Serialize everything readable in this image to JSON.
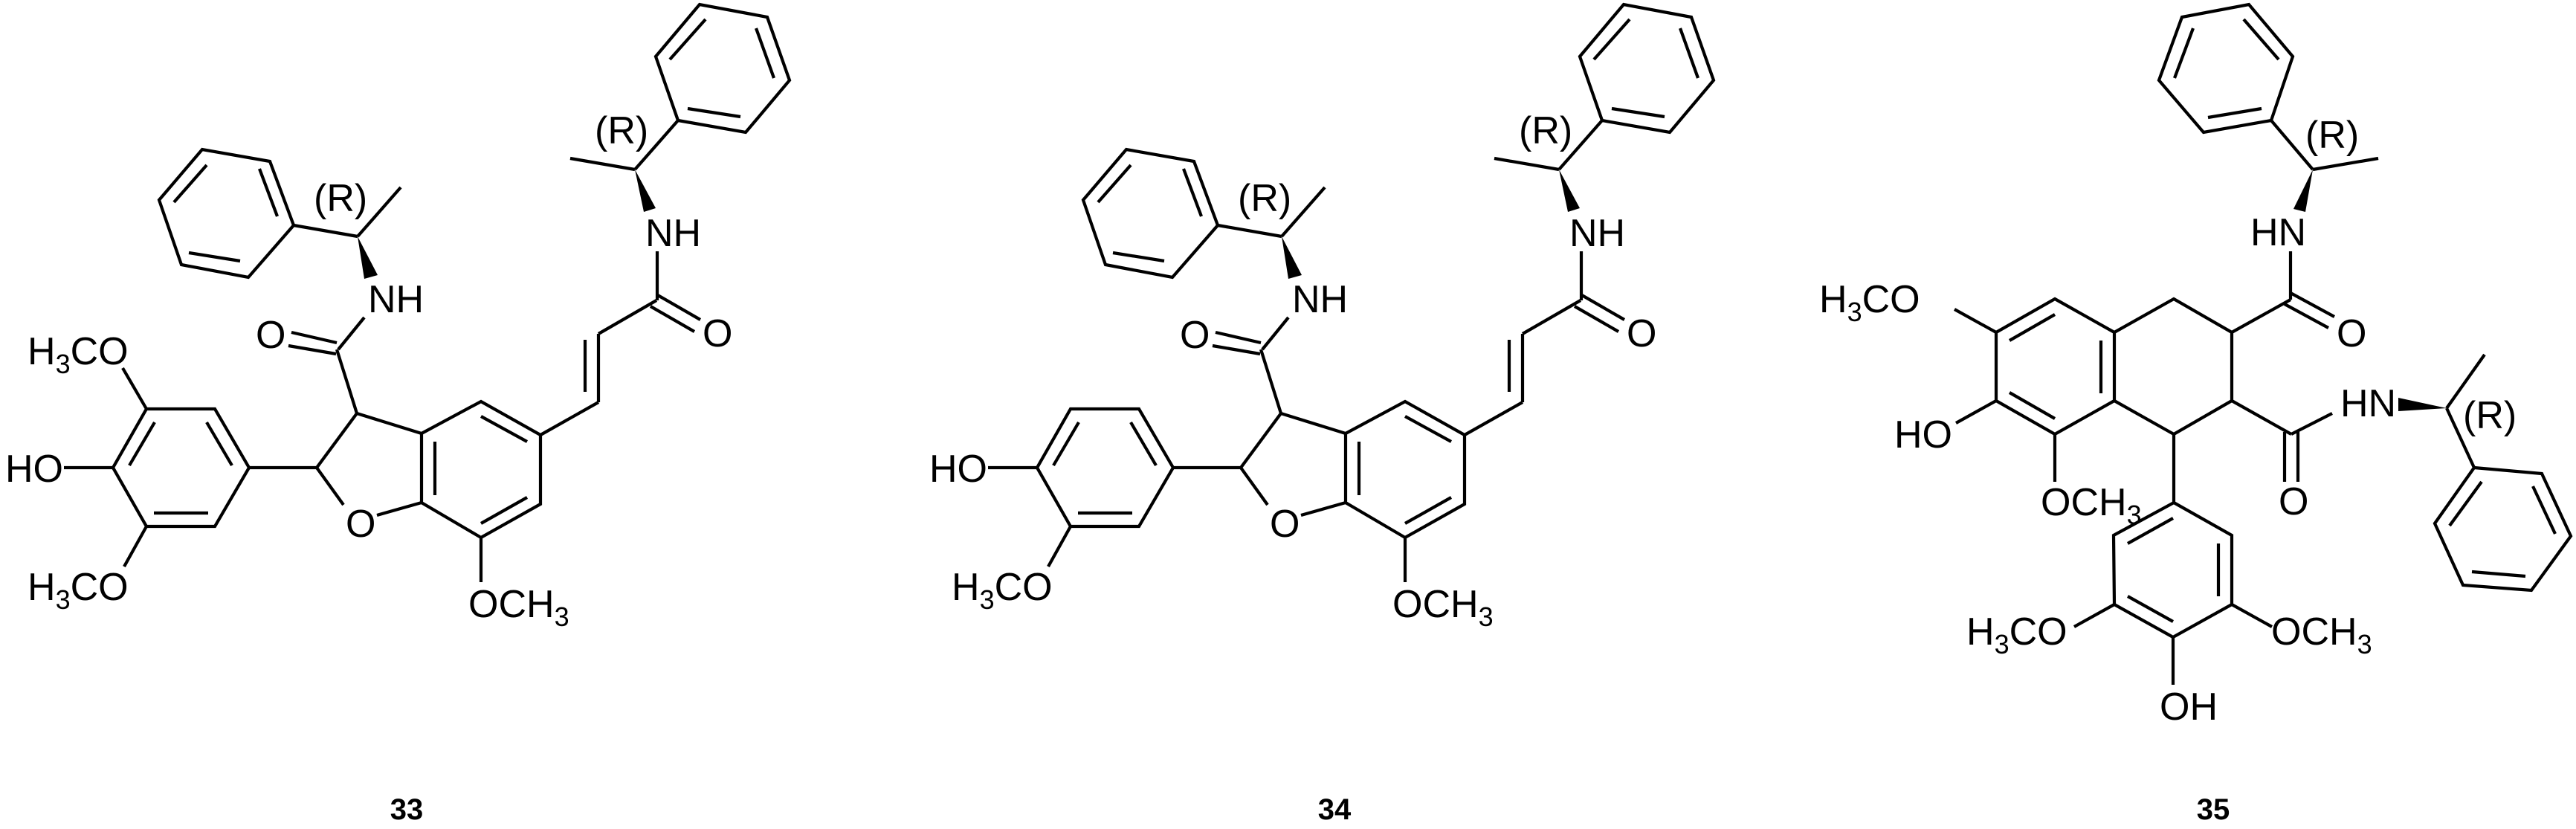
{
  "figure": {
    "background": "#ffffff",
    "ink_color": "#000000",
    "compounds": [
      {
        "id": "33",
        "label": "33",
        "aryl_substituents": {
          "top_methoxy": "H3CO",
          "hydroxy": "HO",
          "bottom_methoxy": "H3CO"
        },
        "core_methoxy": "OCH3",
        "ring_oxygen": "O",
        "amide_left": {
          "carbonyl_o": "O",
          "nh": "NH",
          "stereo": "(R)"
        },
        "amide_right": {
          "carbonyl_o": "O",
          "nh": "NH",
          "stereo": "(R)"
        }
      },
      {
        "id": "34",
        "label": "34",
        "aryl_substituents": {
          "hydroxy": "HO",
          "methoxy": "H3CO"
        },
        "core_methoxy": "OCH3",
        "ring_oxygen": "O",
        "amide_left": {
          "carbonyl_o": "O",
          "nh": "NH",
          "stereo": "(R)"
        },
        "amide_right": {
          "carbonyl_o": "O",
          "nh": "NH",
          "stereo": "(R)"
        }
      },
      {
        "id": "35",
        "label": "35",
        "ring_substituents": {
          "methoxy_top": "H3CO",
          "hydroxy": "HO",
          "methoxy_bottom": "OCH3"
        },
        "aryl_substituents": {
          "left_methoxy": "H3CO",
          "right_methoxy": "OCH3",
          "hydroxy": "OH"
        },
        "amide_top": {
          "carbonyl_o": "O",
          "nh": "HN",
          "stereo": "(R)"
        },
        "amide_bottom": {
          "carbonyl_o": "O",
          "nh": "HN",
          "stereo": "(R)"
        }
      }
    ],
    "text_parts": {
      "H": "H",
      "3": "3",
      "CO": "CO",
      "OC": "OC",
      "O": "O"
    }
  }
}
